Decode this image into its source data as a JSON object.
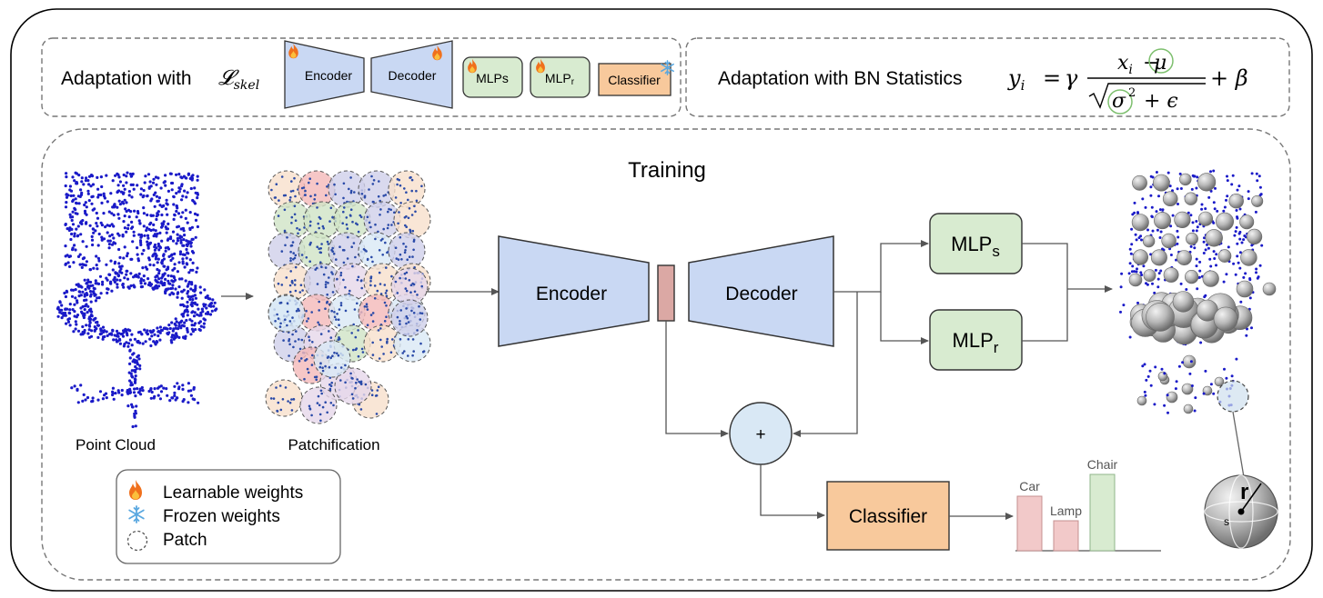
{
  "top_left": {
    "caption": "Adaptation with",
    "loss": "𝓛",
    "loss_sub": "skel",
    "encoder": "Encoder",
    "decoder": "Decoder",
    "mlp_s": "MLPs",
    "mlp_r_base": "MLP",
    "mlp_r_sub": "r",
    "classifier": "Classifier"
  },
  "top_right": {
    "caption": "Adaptation with BN Statistics",
    "lhs": "y",
    "lhs_sub": "i",
    "eq": "=",
    "gamma": "γ",
    "num_x": "x",
    "num_sub": "i",
    "num_minus": "−",
    "num_mu": "μ",
    "den_sigma": "σ",
    "den_sq": "2",
    "den_plus_eps": "+ ϵ",
    "plus_beta": "+ β"
  },
  "training": {
    "title": "Training",
    "point_cloud_label": "Point Cloud",
    "patchification_label": "Patchification",
    "encoder": "Encoder",
    "decoder": "Decoder",
    "mlp_s_base": "MLP",
    "mlp_s_sub": "s",
    "mlp_r_base": "MLP",
    "mlp_r_sub": "r",
    "plus": "+",
    "classifier": "Classifier",
    "sphere_r": "r",
    "sphere_s": "s"
  },
  "legend": {
    "learnable": "Learnable weights",
    "frozen": "Frozen weights",
    "patch": "Patch"
  },
  "chart_data": {
    "type": "bar",
    "categories": [
      "Car",
      "Lamp",
      "Chair"
    ],
    "values": [
      0.6,
      0.33,
      0.84
    ],
    "colors": [
      "#f2c9c9",
      "#f2c9c9",
      "#d8ebd0"
    ],
    "ylim": [
      0,
      1
    ]
  },
  "colors": {
    "encoder_fill": "#c9d8f3",
    "latent_fill": "#dba8a4",
    "mlp_fill": "#d8ebd0",
    "classifier_fill": "#f8c99c",
    "plus_fill": "#d9e8f5",
    "point_color": "#1a1ac8",
    "sphere_fill": "#b5b5b5",
    "fire": "#f0701c",
    "snow": "#5aa8e0"
  }
}
